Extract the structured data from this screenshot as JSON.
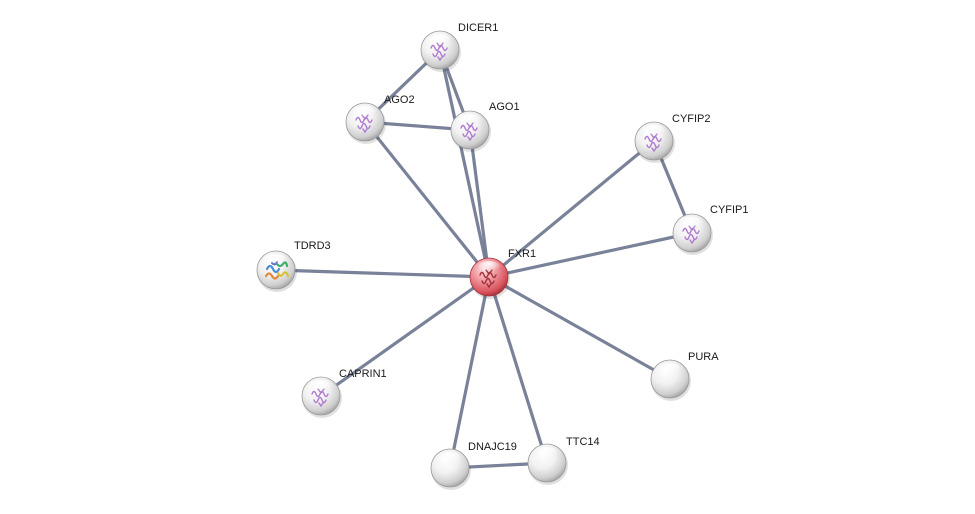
{
  "network": {
    "center": "FXR1",
    "nodes": [
      {
        "id": "FXR1",
        "label": "FXR1",
        "query": true,
        "structure": "protein-structure-icon"
      },
      {
        "id": "DICER1",
        "label": "DICER1",
        "query": false,
        "structure": "protein-structure-icon"
      },
      {
        "id": "AGO2",
        "label": "AGO2",
        "query": false,
        "structure": "protein-structure-icon"
      },
      {
        "id": "AGO1",
        "label": "AGO1",
        "query": false,
        "structure": "protein-structure-icon"
      },
      {
        "id": "CYFIP2",
        "label": "CYFIP2",
        "query": false,
        "structure": "protein-structure-icon"
      },
      {
        "id": "CYFIP1",
        "label": "CYFIP1",
        "query": false,
        "structure": "protein-structure-icon"
      },
      {
        "id": "TDRD3",
        "label": "TDRD3",
        "query": false,
        "structure": "colored-domain-structure-icon"
      },
      {
        "id": "CAPRIN1",
        "label": "CAPRIN1",
        "query": false,
        "structure": "protein-structure-icon"
      },
      {
        "id": "PURA",
        "label": "PURA",
        "query": false,
        "structure": "none"
      },
      {
        "id": "DNAJC19",
        "label": "DNAJC19",
        "query": false,
        "structure": "none"
      },
      {
        "id": "TTC14",
        "label": "TTC14",
        "query": false,
        "structure": "none"
      }
    ],
    "edges": [
      [
        "FXR1",
        "DICER1"
      ],
      [
        "FXR1",
        "AGO1"
      ],
      [
        "FXR1",
        "AGO2"
      ],
      [
        "FXR1",
        "CYFIP2"
      ],
      [
        "FXR1",
        "CYFIP1"
      ],
      [
        "FXR1",
        "TDRD3"
      ],
      [
        "FXR1",
        "CAPRIN1"
      ],
      [
        "FXR1",
        "PURA"
      ],
      [
        "FXR1",
        "DNAJC19"
      ],
      [
        "FXR1",
        "TTC14"
      ],
      [
        "DICER1",
        "AGO2"
      ],
      [
        "DICER1",
        "AGO1"
      ],
      [
        "AGO2",
        "AGO1"
      ],
      [
        "CYFIP2",
        "CYFIP1"
      ],
      [
        "DNAJC19",
        "TTC14"
      ]
    ],
    "colors": {
      "edge": "#6f7891",
      "query_node": "#e0707a",
      "node": "#e6e6e6",
      "structure": "#b07ad0"
    }
  }
}
